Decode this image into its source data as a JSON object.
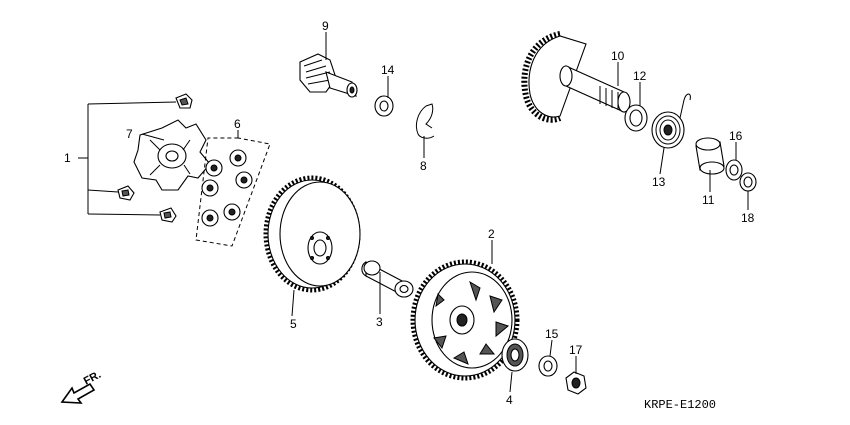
{
  "diagram_code": "KRPE-E1200",
  "direction_label": "FR.",
  "callouts": [
    {
      "id": "1",
      "text": "1"
    },
    {
      "id": "2",
      "text": "2"
    },
    {
      "id": "3",
      "text": "3"
    },
    {
      "id": "4",
      "text": "4"
    },
    {
      "id": "5",
      "text": "5"
    },
    {
      "id": "6",
      "text": "6"
    },
    {
      "id": "7",
      "text": "7"
    },
    {
      "id": "8",
      "text": "8"
    },
    {
      "id": "9",
      "text": "9"
    },
    {
      "id": "10",
      "text": "10"
    },
    {
      "id": "11",
      "text": "11"
    },
    {
      "id": "12",
      "text": "12"
    },
    {
      "id": "13",
      "text": "13"
    },
    {
      "id": "14",
      "text": "14"
    },
    {
      "id": "15",
      "text": "15"
    },
    {
      "id": "16",
      "text": "16"
    },
    {
      "id": "17",
      "text": "17"
    },
    {
      "id": "18",
      "text": "18"
    }
  ]
}
